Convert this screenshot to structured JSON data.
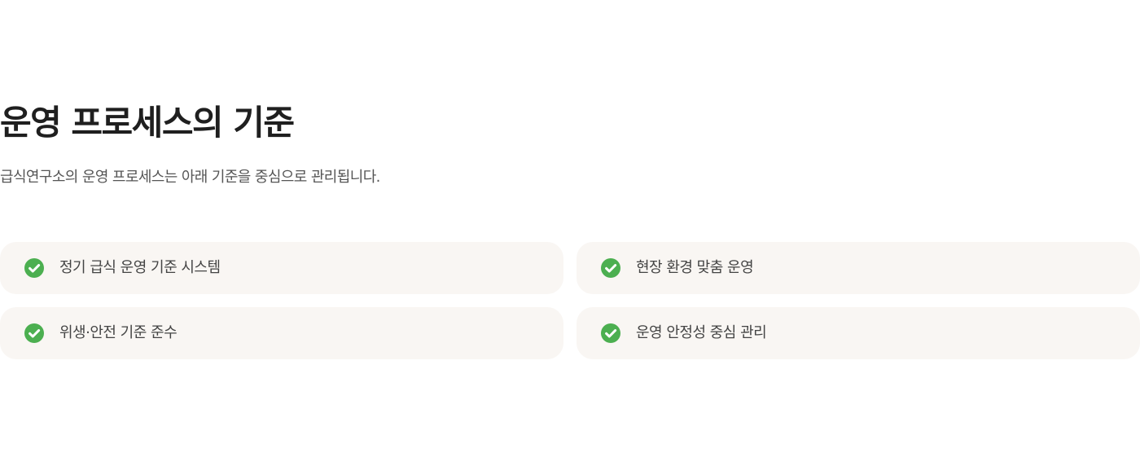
{
  "section": {
    "title": "운영 프로세스의 기준",
    "subtitle": "급식연구소의 운영 프로세스는 아래 기준을 중심으로 관리됩니다."
  },
  "items": [
    {
      "label": "정기 급식 운영 기준 시스템",
      "icon": "check-circle-icon"
    },
    {
      "label": "현장 환경 맞춤 운영",
      "icon": "check-circle-icon"
    },
    {
      "label": "위생·안전 기준 준수",
      "icon": "check-circle-icon"
    },
    {
      "label": "운영 안정성 중심 관리",
      "icon": "check-circle-icon"
    }
  ],
  "colors": {
    "check": "#4caf50",
    "card_background": "#f9f6f3",
    "title": "#1f1f1f",
    "text": "#444444"
  }
}
